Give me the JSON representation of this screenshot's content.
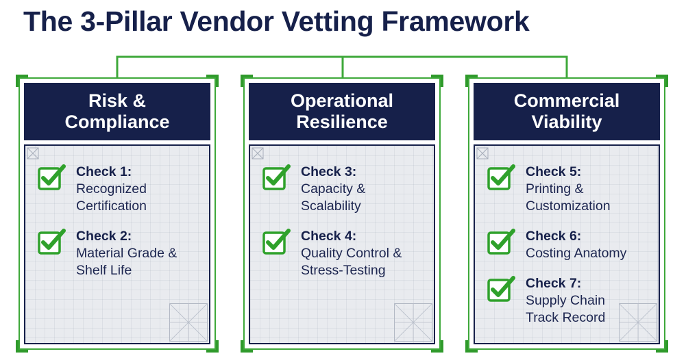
{
  "title": "The 3-Pillar Vendor Vetting Framework",
  "colors": {
    "navy": "#16204a",
    "green": "#3ea83a",
    "check_green": "#2fa12b",
    "panel": "#e9ebef"
  },
  "pillars": [
    {
      "header": "Risk &\nCompliance",
      "checks": [
        {
          "title": "Check 1:",
          "desc": "Recognized\nCertification",
          "icon": "checkbox-check-icon"
        },
        {
          "title": "Check 2:",
          "desc": "Material Grade &\nShelf Life",
          "icon": "checkbox-check-icon"
        }
      ]
    },
    {
      "header": "Operational\nResilience",
      "checks": [
        {
          "title": "Check 3:",
          "desc": "Capacity &\nScalability",
          "icon": "checkbox-check-icon"
        },
        {
          "title": "Check 4:",
          "desc": "Quality Control &\nStress-Testing",
          "icon": "checkbox-check-icon"
        }
      ]
    },
    {
      "header": "Commercial\nViability",
      "checks": [
        {
          "title": "Check 5:",
          "desc": "Printing &\nCustomization",
          "icon": "checkbox-check-icon"
        },
        {
          "title": "Check 6:",
          "desc": "Costing Anatomy",
          "icon": "checkbox-check-icon"
        },
        {
          "title": "Check 7:",
          "desc": "Supply Chain\nTrack Record",
          "icon": "checkbox-check-icon"
        }
      ]
    }
  ]
}
